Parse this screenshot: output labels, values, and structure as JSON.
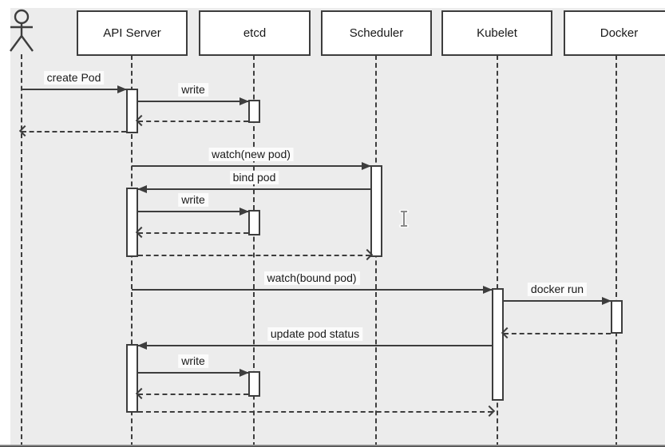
{
  "app": {
    "description": "UML sequence diagram of Kubernetes pod creation shown on a light gray canvas",
    "cursor": "text-ibeam"
  },
  "diagram": {
    "type": "sequence",
    "actor": {
      "icon": "stick-figure"
    },
    "participants": [
      {
        "label": "API Server"
      },
      {
        "label": "etcd"
      },
      {
        "label": "Scheduler"
      },
      {
        "label": "Kubelet"
      },
      {
        "label": "Docker"
      }
    ],
    "messages": [
      {
        "label": "create Pod",
        "from": "actor",
        "to": "API Server",
        "kind": "solid"
      },
      {
        "label": "write",
        "from": "API Server",
        "to": "etcd",
        "kind": "solid"
      },
      {
        "label": "",
        "from": "etcd",
        "to": "API Server",
        "kind": "dashed-return"
      },
      {
        "label": "",
        "from": "API Server",
        "to": "actor",
        "kind": "dashed-return"
      },
      {
        "label": "watch(new pod)",
        "from": "API Server",
        "to": "Scheduler",
        "kind": "solid"
      },
      {
        "label": "bind pod",
        "from": "Scheduler",
        "to": "API Server",
        "kind": "solid"
      },
      {
        "label": "write",
        "from": "API Server",
        "to": "etcd",
        "kind": "solid"
      },
      {
        "label": "",
        "from": "etcd",
        "to": "API Server",
        "kind": "dashed-return"
      },
      {
        "label": "",
        "from": "API Server",
        "to": "Scheduler",
        "kind": "dashed-return"
      },
      {
        "label": "watch(bound pod)",
        "from": "API Server",
        "to": "Kubelet",
        "kind": "solid"
      },
      {
        "label": "docker run",
        "from": "Kubelet",
        "to": "Docker",
        "kind": "solid"
      },
      {
        "label": "",
        "from": "Docker",
        "to": "Kubelet",
        "kind": "dashed-return"
      },
      {
        "label": "update pod status",
        "from": "Kubelet",
        "to": "API Server",
        "kind": "solid"
      },
      {
        "label": "write",
        "from": "API Server",
        "to": "etcd",
        "kind": "solid"
      },
      {
        "label": "",
        "from": "etcd",
        "to": "API Server",
        "kind": "dashed-return"
      },
      {
        "label": "",
        "from": "API Server",
        "to": "Kubelet",
        "kind": "dashed-return"
      }
    ],
    "colors": {
      "canvas": "#ececec",
      "margin": "#ffffff",
      "stroke": "#3d3d3d",
      "shape_fill": "#ffffff",
      "text": "#191919"
    }
  }
}
